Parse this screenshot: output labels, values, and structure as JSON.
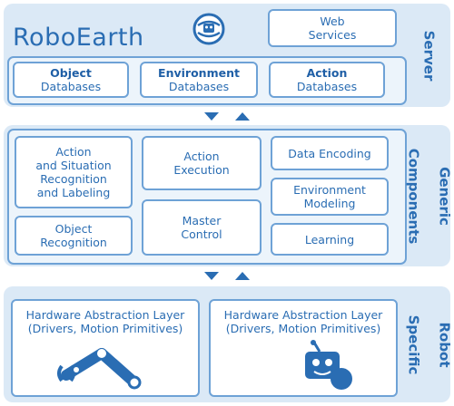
{
  "logo": {
    "text": "RoboEarth",
    "icon": "globe-robot-icon"
  },
  "server": {
    "label": "Server",
    "web_services": "Web Services",
    "object_db": {
      "bold": "Object",
      "sub": "Databases"
    },
    "environment_db": {
      "bold": "Environment",
      "sub": "Databases"
    },
    "action_db": {
      "bold": "Action",
      "sub": "Databases"
    }
  },
  "generic": {
    "label_line1": "Generic",
    "label_line2": "Components",
    "action_situation": [
      "Action",
      "and Situation",
      "Recognition",
      "and Labeling"
    ],
    "object_recognition": [
      "Object",
      "Recognition"
    ],
    "action_execution": [
      "Action",
      "Execution"
    ],
    "master_control": [
      "Master",
      "Control"
    ],
    "data_encoding": "Data Encoding",
    "environment_modeling": [
      "Environment",
      "Modeling"
    ],
    "learning": "Learning"
  },
  "robot": {
    "label_line1": "Robot",
    "label_line2": "Specific",
    "hal_left": [
      "Hardware Abstraction Layer",
      "(Drivers, Motion Primitives)"
    ],
    "hal_right": [
      "Hardware Abstraction Layer",
      "(Drivers, Motion Primitives)"
    ]
  },
  "colors": {
    "accent": "#2a6db3",
    "border": "#6ea2d6",
    "panel": "#dbe9f6"
  }
}
